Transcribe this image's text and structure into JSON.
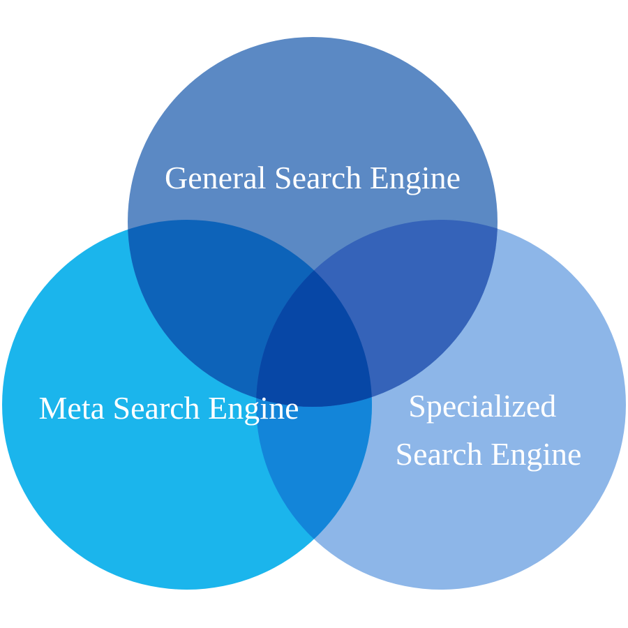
{
  "diagram": {
    "type": "venn",
    "sets": [
      {
        "id": "general",
        "label_lines": [
          "General Search Engine"
        ],
        "color": "#5b89c4"
      },
      {
        "id": "meta",
        "label_lines": [
          "Meta Search Engine"
        ],
        "color": "#1bb5ec"
      },
      {
        "id": "specialized",
        "label_lines": [
          "Specialized",
          "Search Engine"
        ],
        "color": "#8db6e8"
      }
    ],
    "overlap_colors": {
      "general_meta": "#0d63b9",
      "general_specialized": "#3563b9",
      "meta_specialized": "#1385d9",
      "all": "#0747a6"
    },
    "background": "#ffffff"
  }
}
